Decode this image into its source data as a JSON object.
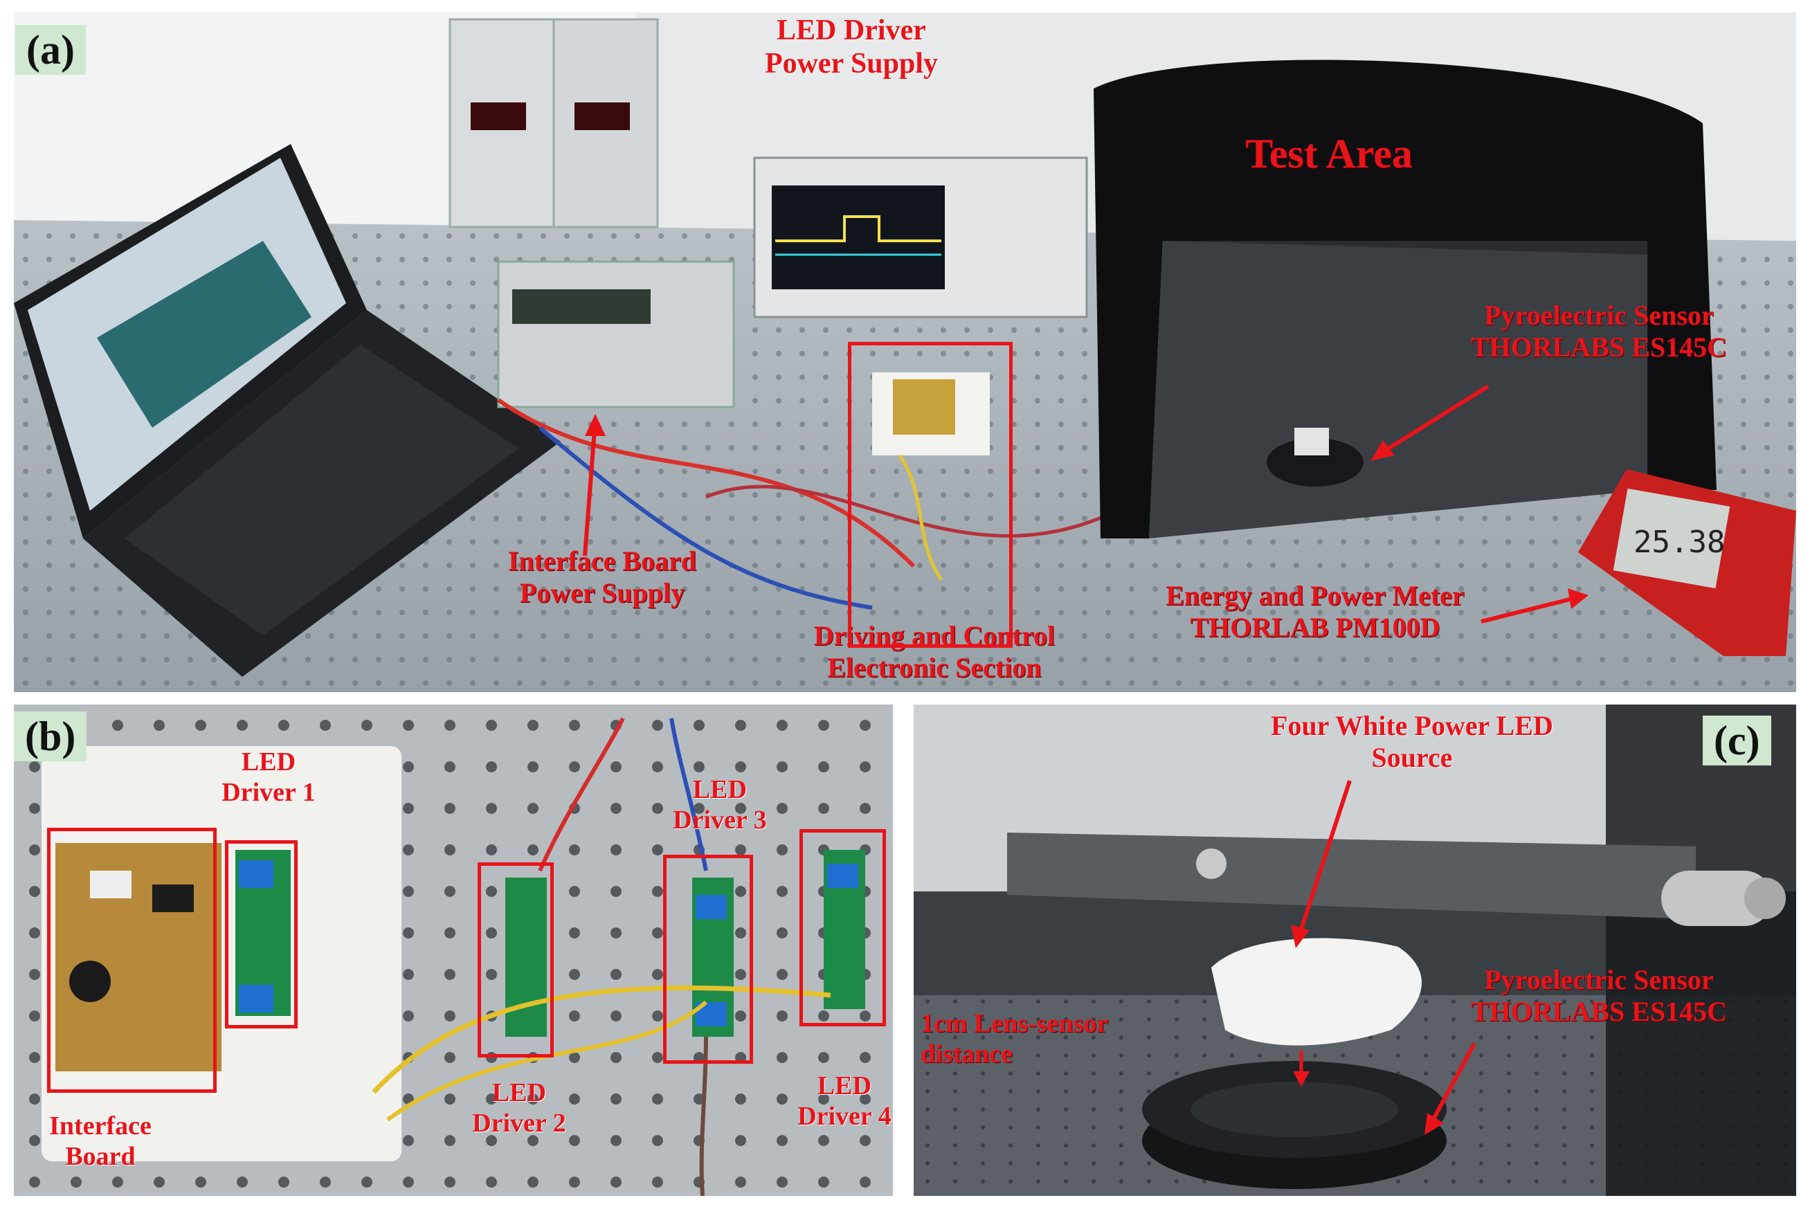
{
  "panels": {
    "a": {
      "tag": "(a)",
      "labels": {
        "led_driver_ps": "LED Driver\nPower Supply",
        "test_area": "Test Area",
        "pyro_sensor": "Pyroelectric Sensor\nTHORLABS ES145C",
        "interface_ps": "Interface Board\nPower Supply",
        "driving_control": "Driving and Control\nElectronic Section",
        "energy_meter": "Energy and Power Meter\nTHORLAB PM100D"
      },
      "meter_reading": "25.38"
    },
    "b": {
      "tag": "(b)",
      "labels": {
        "led_driver_1": "LED\nDriver 1",
        "led_driver_2": "LED\nDriver 2",
        "led_driver_3": "LED\nDriver 3",
        "led_driver_4": "LED\nDriver 4",
        "interface_board": "Interface\nBoard"
      }
    },
    "c": {
      "tag": "(c)",
      "labels": {
        "four_led": "Four White Power LED\nSource",
        "pyro_sensor": "Pyroelectric Sensor\nTHORLABS ES145C",
        "lens_distance": "1cm Lens-sensor\ndistance"
      }
    }
  },
  "colors": {
    "label_red": "#e8141a",
    "tag_bg": "#cfe8cf"
  }
}
